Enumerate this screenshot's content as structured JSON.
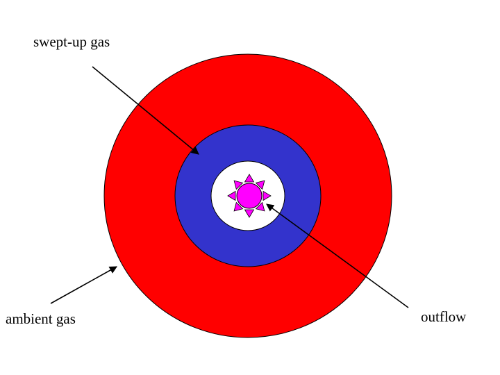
{
  "labels": {
    "swept_up_gas": "swept-up gas",
    "ambient_gas": "ambient gas",
    "outflow": "outflow"
  },
  "colors": {
    "ambient": "#ff0000",
    "swept_up": "#3333cc",
    "cavity": "#ffffff",
    "source": "#ff00ff",
    "outline": "#000000"
  },
  "icons": {
    "source": "star-source-icon"
  }
}
